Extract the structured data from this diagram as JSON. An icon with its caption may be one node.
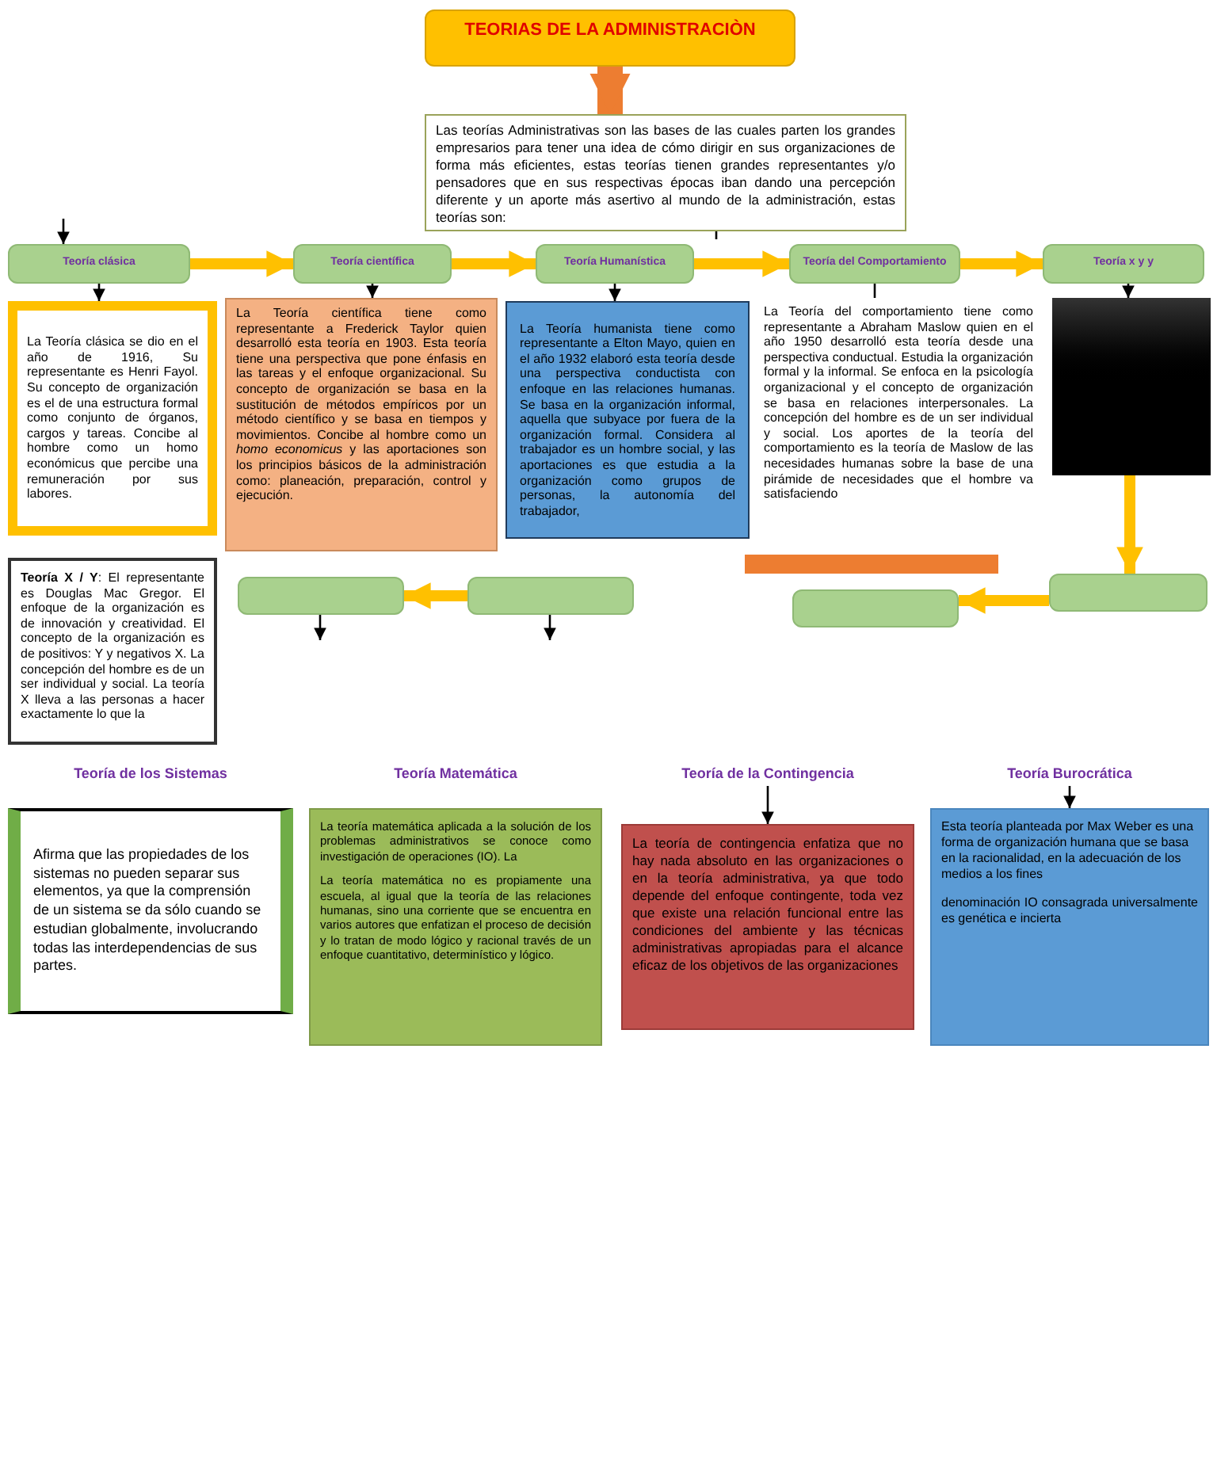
{
  "diagram": {
    "nodes": [
      {
        "text": [
          "TEORIAS DE LA ADMINISTRACIÒN"
        ]
      },
      {
        "text": [
          "Las teorías Administrativas son las bases de las cuales parten los grandes empresarios para tener una idea de cómo dirigir en sus organizaciones de forma más eficientes, estas teorías tienen grandes representantes y/o pensadores que en sus respectivas épocas iban dando una percepción diferente y un aporte más asertivo al mundo de la administración, estas teorías son:"
        ]
      },
      {
        "text": [
          "Teoría clásica"
        ]
      },
      {
        "text": [
          "Teoría científica"
        ]
      },
      {
        "text": [
          "Teoría Humanística"
        ]
      },
      {
        "text": [
          "Teoría del Comportamiento"
        ]
      },
      {
        "text": [
          "Teoría x y y"
        ]
      },
      {
        "text": [
          "La Teoría clásica se dio en el año de 1916, Su representante es Henri Fayol. Su concepto de organización es el de una estructura formal como conjunto de órganos, cargos y tareas. Concibe al hombre como un homo económicus que percibe una remuneración por sus labores."
        ]
      },
      {
        "text": [
          "La Teoría científica tiene como representante a Frederick Taylor quien desarrolló esta teoría en 1903. Esta teoría tiene una perspectiva que pone énfasis en las tareas y el enfoque organizacional. Su concepto de organización se basa en la sustitución de métodos empíricos por un método científico y se basa en tiempos y movimientos. Concibe al hombre como un *homo economicus* y las aportaciones son los principios básicos de la administración como: planeación, preparación, control y ejecución."
        ]
      },
      {
        "text": [
          "La Teoría humanista tiene como representante a Elton Mayo, quien en el año 1932 elaboró esta teoría desde una perspectiva conductista con enfoque en las relaciones humanas. Se basa en la organización informal, aquella que subyace por fuera de la organización formal. Considera al trabajador es un hombre social, y las aportaciones es que estudia a la organización como grupos de personas, la autonomía del trabajador,"
        ]
      },
      {
        "text": [],
        "shape": "box"
      },
      {
        "text": [
          "La Teoría del comportamiento tiene como representante a Abraham Maslow quien en el año 1950 desarrolló esta teoría desde una perspectiva conductual. Estudia la organización formal y la informal. Se enfoca en la psicología organizacional y el concepto de organización se basa en relaciones interpersonales. La concepción del hombre es de un ser individual y social. Los aportes de la teoría del comportamiento es la teoría de Maslow de las necesidades humanas sobre la base de una pirámide de necesidades que el hombre va satisfaciendo"
        ]
      },
      {
        "text": [],
        "shape": "box"
      },
      {
        "text": [],
        "shape": "box"
      },
      {
        "text": [],
        "shape": "box"
      },
      {
        "text": [],
        "shape": "box"
      },
      {
        "text": [],
        "shape": "box"
      },
      {
        "text": [
          "**Teoría X / Y**: El representante es Douglas Mac Gregor. El enfoque de la organización es de innovación y creatividad. El concepto de la organización es de positivos: Y y negativos X. La concepción del hombre es de un ser individual y social. La teoría X lleva a las personas a hacer exactamente lo que la"
        ]
      },
      {
        "text": [
          "Teoría de los Sistemas"
        ]
      },
      {
        "text": [
          "Teoría Matemática"
        ]
      },
      {
        "text": [
          "Teoría de la Contingencia"
        ]
      },
      {
        "text": [
          "Teoría Burocrática"
        ]
      },
      {
        "text": [
          "Afirma que las propiedades de los sistemas no pueden separar sus elementos, ya que la comprensión de un sistema se da sólo cuando se estudian globalmente, involucrando todas las interdependencias de sus partes."
        ]
      },
      {
        "text": [
          "La teoría matemática aplicada a la solución de los problemas administrativos se conoce como investigación de operaciones (IO). La",
          "La teoría matemática no es propiamente una escuela, al igual que la teoría de las relaciones humanas, sino una corriente que se encuentra en varios autores que enfatizan el proceso de decisión y lo tratan de modo lógico y racional través de un enfoque cuantitativo, determinístico y lógico."
        ]
      },
      {
        "text": [
          "La teoría de contingencia enfatiza que no hay nada absoluto en las organizaciones o en la teoría administrativa, ya que todo depende del enfoque contingente, toda vez que existe una relación funcional entre las condiciones del ambiente y las técnicas administrativas apropiadas para el alcance eficaz de los objetivos de las organizaciones"
        ]
      },
      {
        "text": [
          "Esta teoría planteada por Max Weber es una forma de organización humana que se basa en la racionalidad, en la adecuación de los medios a los fines",
          "denominación IO consagrada universalmente es genética e incierta"
        ]
      }
    ],
    "edges": [
      {
        "from": 0,
        "to": 1,
        "arrow": "to",
        "style": "thick",
        "color": "#ed7d31"
      },
      {
        "from": 1,
        "to": null,
        "arrow": "none"
      },
      {
        "from": null,
        "to": 2,
        "arrow": "to"
      },
      {
        "from": 2,
        "to": 3,
        "arrow": "to",
        "style": "thick",
        "color": "#ffc000"
      },
      {
        "from": 3,
        "to": 4,
        "arrow": "to",
        "style": "thick",
        "color": "#ffc000"
      },
      {
        "from": 4,
        "to": 5,
        "arrow": "to",
        "style": "thick",
        "color": "#ffc000"
      },
      {
        "from": 5,
        "to": 6,
        "arrow": "to",
        "style": "thick",
        "color": "#ffc000"
      },
      {
        "from": 2,
        "to": 7,
        "arrow": "to"
      },
      {
        "from": 3,
        "to": 8,
        "arrow": "to"
      },
      {
        "from": 4,
        "to": 9,
        "arrow": "to"
      },
      {
        "from": 5,
        "to": 11,
        "arrow": "none"
      },
      {
        "from": 6,
        "to": 12,
        "arrow": "to"
      },
      {
        "from": 12,
        "to": 13,
        "arrow": "to",
        "style": "thick",
        "color": "#ffc000"
      },
      {
        "from": 13,
        "to": 14,
        "arrow": "to",
        "style": "thick",
        "color": "#ffc000"
      },
      {
        "from": 15,
        "to": 16,
        "arrow": "to",
        "style": "thick",
        "color": "#ffc000"
      },
      {
        "from": 16,
        "to": null,
        "arrow": "to"
      },
      {
        "from": 15,
        "to": null,
        "arrow": "to"
      },
      {
        "from": 21,
        "to": 25,
        "arrow": "to"
      },
      {
        "from": 20,
        "to": 24,
        "arrow": "to"
      }
    ]
  }
}
